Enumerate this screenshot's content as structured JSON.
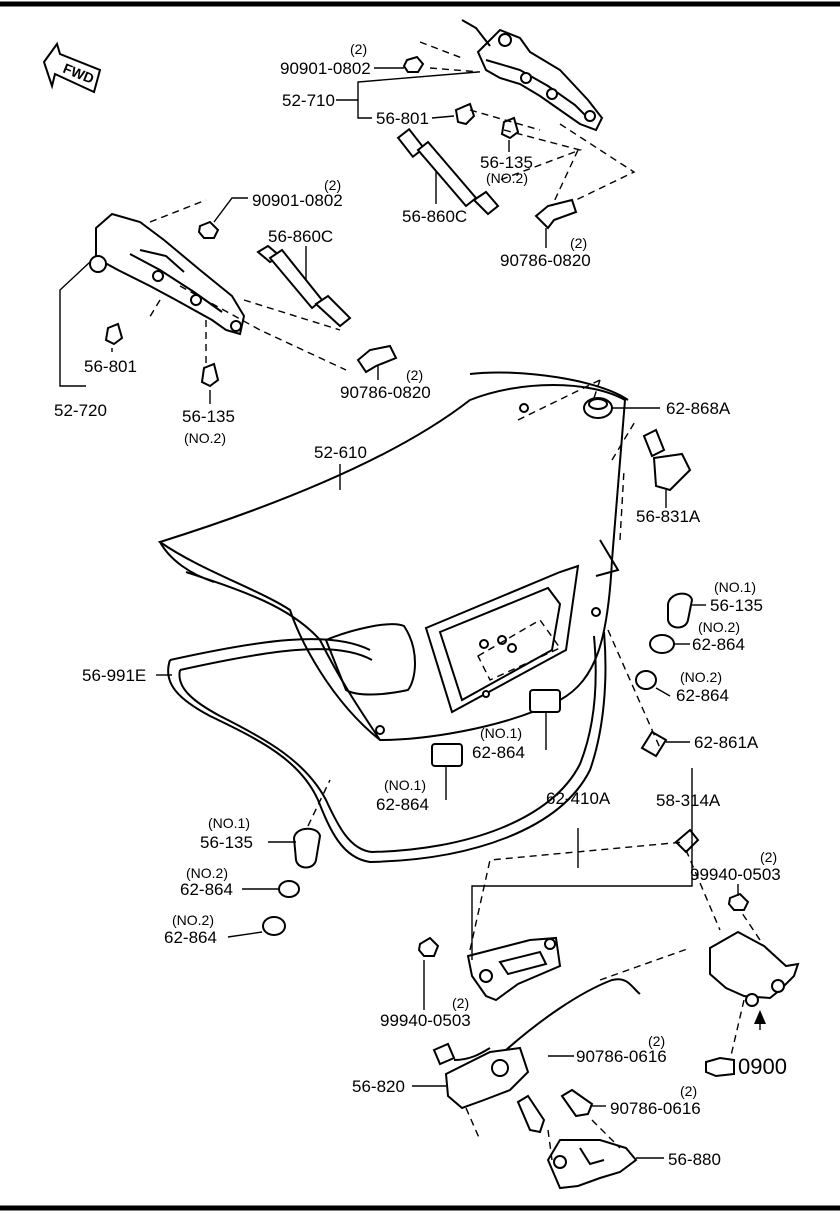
{
  "diagram": {
    "direction_label": "FWD",
    "callouts": [
      {
        "id": "c1",
        "part": "90901-0802",
        "qty": "(2)"
      },
      {
        "id": "c2",
        "part": "52-710"
      },
      {
        "id": "c3",
        "part": "56-801"
      },
      {
        "id": "c4",
        "part": "56-135",
        "note": "(NO.2)"
      },
      {
        "id": "c5",
        "part": "56-860C"
      },
      {
        "id": "c6",
        "part": "90786-0820",
        "qty": "(2)"
      },
      {
        "id": "c7",
        "part": "90901-0802",
        "qty": "(2)"
      },
      {
        "id": "c8",
        "part": "56-860C"
      },
      {
        "id": "c9",
        "part": "56-801"
      },
      {
        "id": "c10",
        "part": "52-720"
      },
      {
        "id": "c11",
        "part": "56-135",
        "note": "(NO.2)"
      },
      {
        "id": "c12",
        "part": "90786-0820",
        "qty": "(2)"
      },
      {
        "id": "c13",
        "part": "52-610"
      },
      {
        "id": "c14",
        "part": "62-868A"
      },
      {
        "id": "c15",
        "part": "56-831A"
      },
      {
        "id": "c16",
        "part": "56-135",
        "note": "(NO.1)"
      },
      {
        "id": "c17",
        "part": "62-864",
        "note": "(NO.2)"
      },
      {
        "id": "c18",
        "part": "62-864",
        "note": "(NO.2)"
      },
      {
        "id": "c19",
        "part": "56-991E"
      },
      {
        "id": "c20",
        "part": "62-864",
        "note": "(NO.1)"
      },
      {
        "id": "c21",
        "part": "62-861A"
      },
      {
        "id": "c22",
        "part": "62-864",
        "note": "(NO.1)"
      },
      {
        "id": "c23",
        "part": "62-410A"
      },
      {
        "id": "c24",
        "part": "58-314A"
      },
      {
        "id": "c25",
        "part": "56-135",
        "note": "(NO.1)"
      },
      {
        "id": "c26",
        "part": "62-864",
        "note": "(NO.2)"
      },
      {
        "id": "c27",
        "part": "62-864",
        "note": "(NO.2)"
      },
      {
        "id": "c28",
        "part": "99940-0503",
        "qty": "(2)"
      },
      {
        "id": "c29",
        "part": "99940-0503",
        "qty": "(2)"
      },
      {
        "id": "c30",
        "part": "0900"
      },
      {
        "id": "c31",
        "part": "90786-0616",
        "qty": "(2)"
      },
      {
        "id": "c32",
        "part": "56-820"
      },
      {
        "id": "c33",
        "part": "90786-0616",
        "qty": "(2)"
      },
      {
        "id": "c34",
        "part": "56-880"
      }
    ]
  }
}
